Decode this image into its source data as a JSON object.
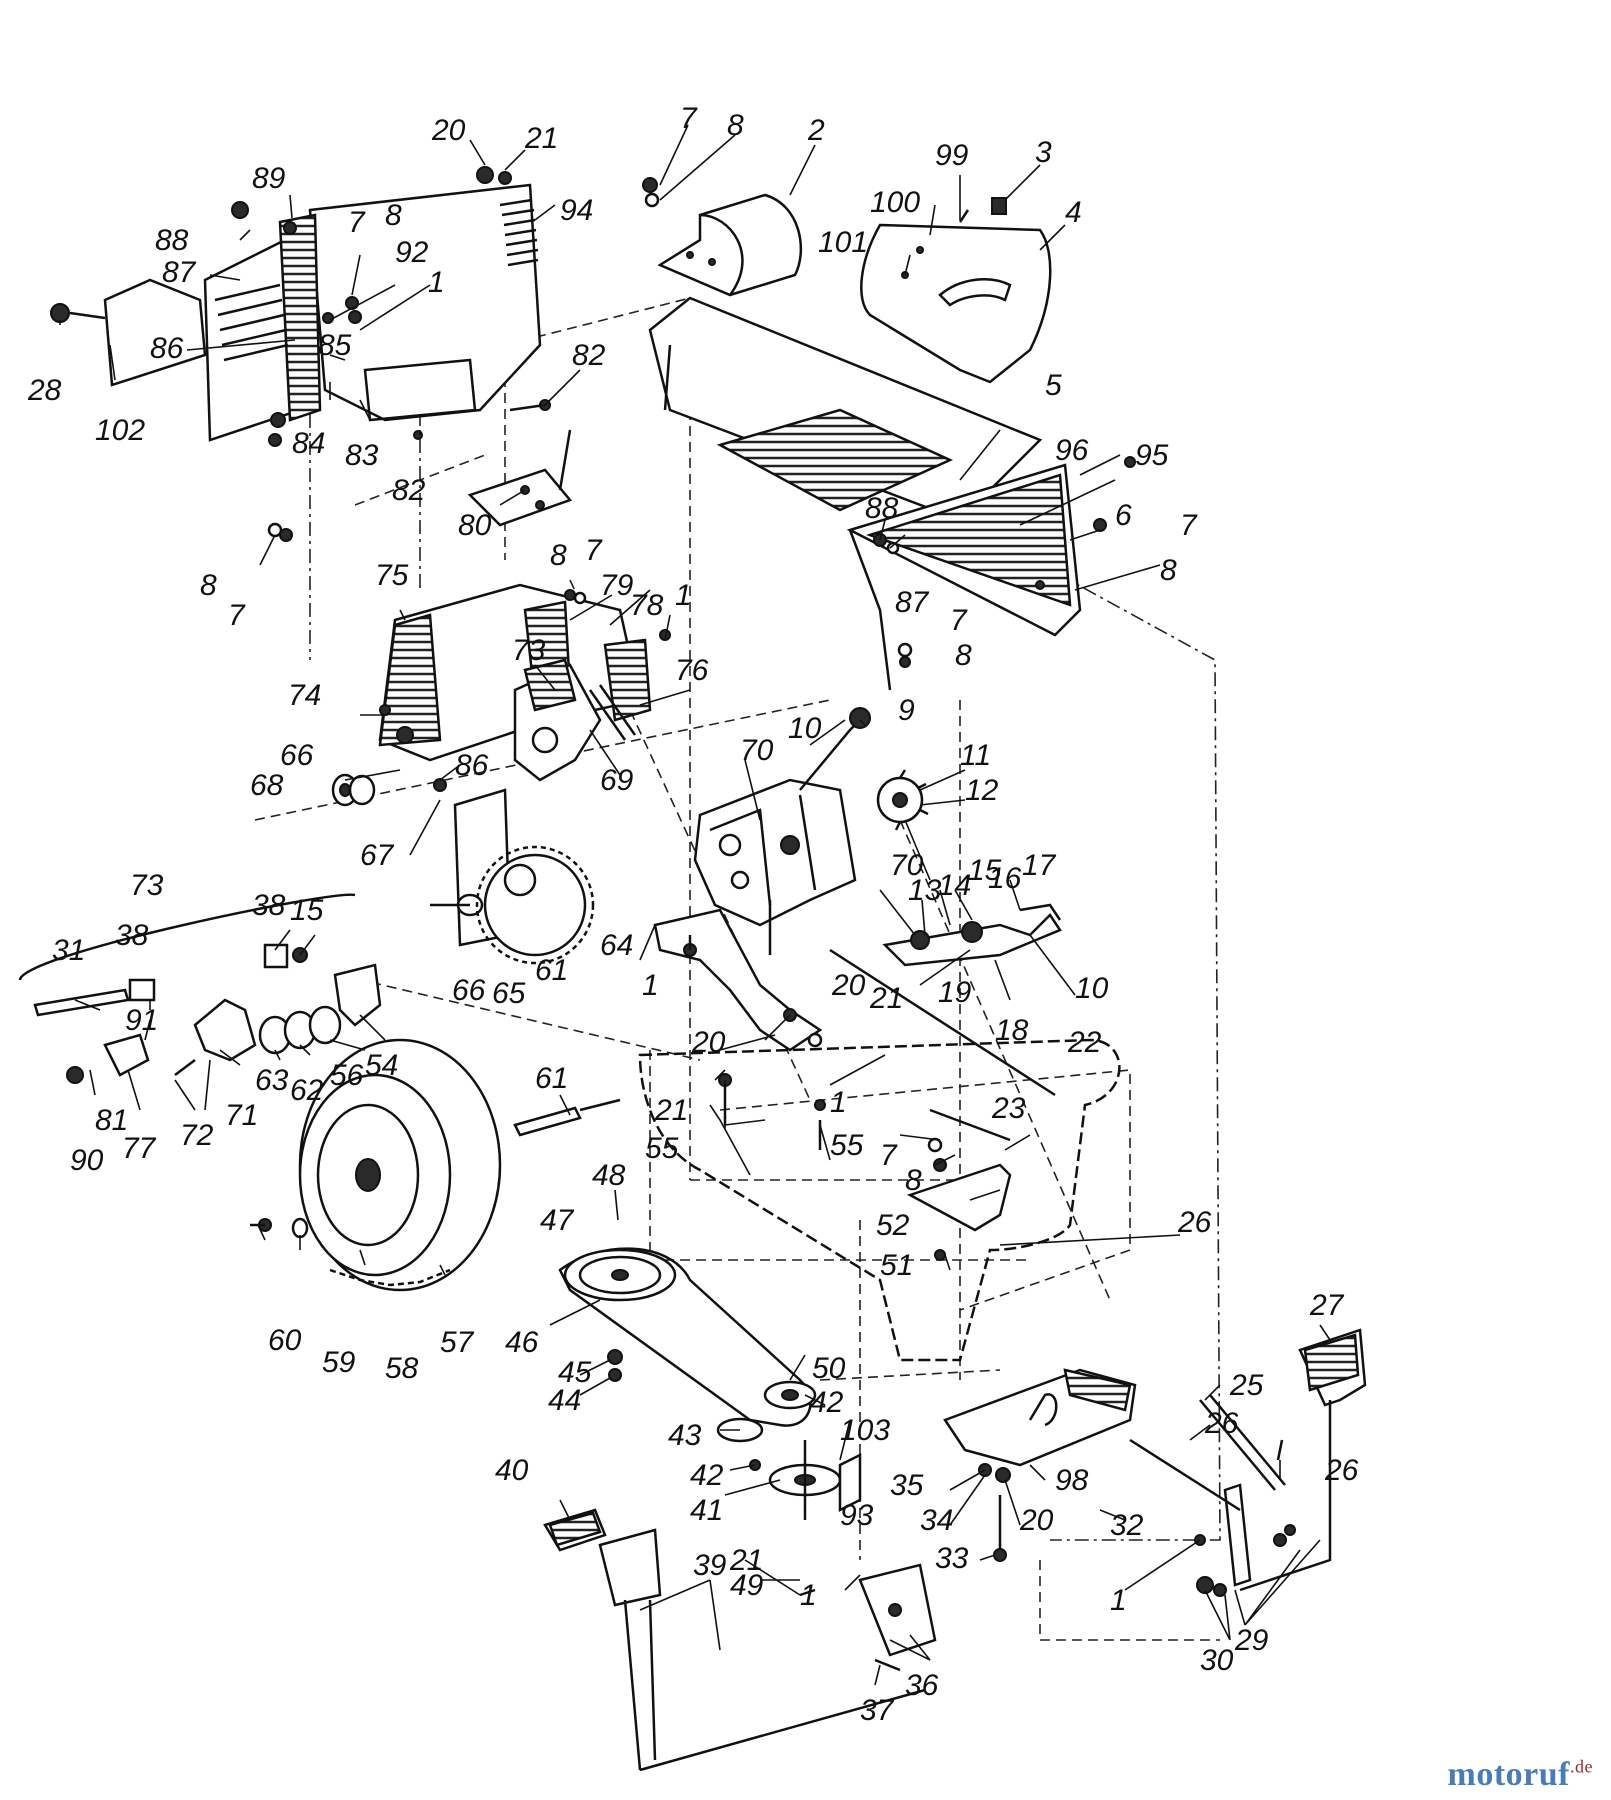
{
  "diagram": {
    "callouts": [
      {
        "id": "c1",
        "text": "7"
      },
      {
        "id": "c2",
        "text": "8"
      },
      {
        "id": "c3",
        "text": "2"
      },
      {
        "id": "c4",
        "text": "99"
      },
      {
        "id": "c5",
        "text": "3"
      },
      {
        "id": "c6",
        "text": "100"
      },
      {
        "id": "c7",
        "text": "4"
      },
      {
        "id": "c8",
        "text": "101"
      },
      {
        "id": "c9",
        "text": "20"
      },
      {
        "id": "c10",
        "text": "21"
      },
      {
        "id": "c11",
        "text": "89"
      },
      {
        "id": "c12",
        "text": "94"
      },
      {
        "id": "c13",
        "text": "88"
      },
      {
        "id": "c14",
        "text": "7"
      },
      {
        "id": "c15",
        "text": "8"
      },
      {
        "id": "c16",
        "text": "87"
      },
      {
        "id": "c17",
        "text": "92"
      },
      {
        "id": "c18",
        "text": "1"
      },
      {
        "id": "c19",
        "text": "86"
      },
      {
        "id": "c20",
        "text": "85"
      },
      {
        "id": "c21",
        "text": "28"
      },
      {
        "id": "c22",
        "text": "82"
      },
      {
        "id": "c23",
        "text": "102"
      },
      {
        "id": "c24",
        "text": "84"
      },
      {
        "id": "c25",
        "text": "83"
      },
      {
        "id": "c26",
        "text": "82"
      },
      {
        "id": "c27",
        "text": "5"
      },
      {
        "id": "c28",
        "text": "96"
      },
      {
        "id": "c29",
        "text": "95"
      },
      {
        "id": "c30",
        "text": "80"
      },
      {
        "id": "c31",
        "text": "88"
      },
      {
        "id": "c32",
        "text": "6"
      },
      {
        "id": "c33",
        "text": "7"
      },
      {
        "id": "c34",
        "text": "8"
      },
      {
        "id": "c35",
        "text": "87"
      },
      {
        "id": "c36",
        "text": "8"
      },
      {
        "id": "c37",
        "text": "7"
      },
      {
        "id": "c38",
        "text": "8"
      },
      {
        "id": "c39",
        "text": "7"
      },
      {
        "id": "c40",
        "text": "75"
      },
      {
        "id": "c41",
        "text": "79"
      },
      {
        "id": "c42",
        "text": "78"
      },
      {
        "id": "c43",
        "text": "1"
      },
      {
        "id": "c44",
        "text": "7"
      },
      {
        "id": "c45",
        "text": "8"
      },
      {
        "id": "c46",
        "text": "73"
      },
      {
        "id": "c47",
        "text": "76"
      },
      {
        "id": "c48",
        "text": "74"
      },
      {
        "id": "c49",
        "text": "9"
      },
      {
        "id": "c50",
        "text": "10"
      },
      {
        "id": "c51",
        "text": "70"
      },
      {
        "id": "c52",
        "text": "11"
      },
      {
        "id": "c53",
        "text": "66"
      },
      {
        "id": "c54",
        "text": "86"
      },
      {
        "id": "c55",
        "text": "69"
      },
      {
        "id": "c56",
        "text": "12"
      },
      {
        "id": "c57",
        "text": "68"
      },
      {
        "id": "c58",
        "text": "67"
      },
      {
        "id": "c59",
        "text": "70"
      },
      {
        "id": "c60",
        "text": "73"
      },
      {
        "id": "c61",
        "text": "38"
      },
      {
        "id": "c62",
        "text": "15"
      },
      {
        "id": "c63",
        "text": "15"
      },
      {
        "id": "c64",
        "text": "16"
      },
      {
        "id": "c65",
        "text": "17"
      },
      {
        "id": "c66",
        "text": "13"
      },
      {
        "id": "c67",
        "text": "14"
      },
      {
        "id": "c68",
        "text": "31"
      },
      {
        "id": "c69",
        "text": "38"
      },
      {
        "id": "c70",
        "text": "64"
      },
      {
        "id": "c71",
        "text": "1"
      },
      {
        "id": "c72",
        "text": "66"
      },
      {
        "id": "c73",
        "text": "65"
      },
      {
        "id": "c74",
        "text": "61"
      },
      {
        "id": "c75",
        "text": "10"
      },
      {
        "id": "c76",
        "text": "19"
      },
      {
        "id": "c77",
        "text": "18"
      },
      {
        "id": "c78",
        "text": "20"
      },
      {
        "id": "c79",
        "text": "21"
      },
      {
        "id": "c80",
        "text": "91"
      },
      {
        "id": "c81",
        "text": "54"
      },
      {
        "id": "c82",
        "text": "56"
      },
      {
        "id": "c83",
        "text": "63"
      },
      {
        "id": "c84",
        "text": "62"
      },
      {
        "id": "c85",
        "text": "20"
      },
      {
        "id": "c86",
        "text": "22"
      },
      {
        "id": "c87",
        "text": "81"
      },
      {
        "id": "c88",
        "text": "77"
      },
      {
        "id": "c89",
        "text": "72"
      },
      {
        "id": "c90",
        "text": "71"
      },
      {
        "id": "c91",
        "text": "90"
      },
      {
        "id": "c92",
        "text": "61"
      },
      {
        "id": "c93",
        "text": "21"
      },
      {
        "id": "c94",
        "text": "1"
      },
      {
        "id": "c95",
        "text": "23"
      },
      {
        "id": "c96",
        "text": "55"
      },
      {
        "id": "c97",
        "text": "55"
      },
      {
        "id": "c98",
        "text": "7"
      },
      {
        "id": "c99",
        "text": "8"
      },
      {
        "id": "c100",
        "text": "48"
      },
      {
        "id": "c101",
        "text": "26"
      },
      {
        "id": "c102",
        "text": "52"
      },
      {
        "id": "c103",
        "text": "47"
      },
      {
        "id": "c104",
        "text": "51"
      },
      {
        "id": "c105",
        "text": "60"
      },
      {
        "id": "c106",
        "text": "59"
      },
      {
        "id": "c107",
        "text": "58"
      },
      {
        "id": "c108",
        "text": "57"
      },
      {
        "id": "c109",
        "text": "46"
      },
      {
        "id": "c110",
        "text": "27"
      },
      {
        "id": "c111",
        "text": "45"
      },
      {
        "id": "c112",
        "text": "50"
      },
      {
        "id": "c113",
        "text": "44"
      },
      {
        "id": "c114",
        "text": "25"
      },
      {
        "id": "c115",
        "text": "42"
      },
      {
        "id": "c116",
        "text": "103"
      },
      {
        "id": "c117",
        "text": "26"
      },
      {
        "id": "c118",
        "text": "43"
      },
      {
        "id": "c119",
        "text": "26"
      },
      {
        "id": "c120",
        "text": "35"
      },
      {
        "id": "c121",
        "text": "98"
      },
      {
        "id": "c122",
        "text": "40"
      },
      {
        "id": "c123",
        "text": "42"
      },
      {
        "id": "c124",
        "text": "41"
      },
      {
        "id": "c125",
        "text": "93"
      },
      {
        "id": "c126",
        "text": "34"
      },
      {
        "id": "c127",
        "text": "20"
      },
      {
        "id": "c128",
        "text": "32"
      },
      {
        "id": "c129",
        "text": "33"
      },
      {
        "id": "c130",
        "text": "21"
      },
      {
        "id": "c131",
        "text": "49"
      },
      {
        "id": "c132",
        "text": "1"
      },
      {
        "id": "c133",
        "text": "1"
      },
      {
        "id": "c134",
        "text": "29"
      },
      {
        "id": "c135",
        "text": "30"
      },
      {
        "id": "c136",
        "text": "39"
      },
      {
        "id": "c137",
        "text": "36"
      },
      {
        "id": "c138",
        "text": "37"
      }
    ]
  },
  "watermark": {
    "main": "motoruf",
    "tld": ".de"
  },
  "colors": {
    "watermark_main": "#4a7db5",
    "watermark_tld": "#9a2a2a",
    "ink": "#111111"
  }
}
